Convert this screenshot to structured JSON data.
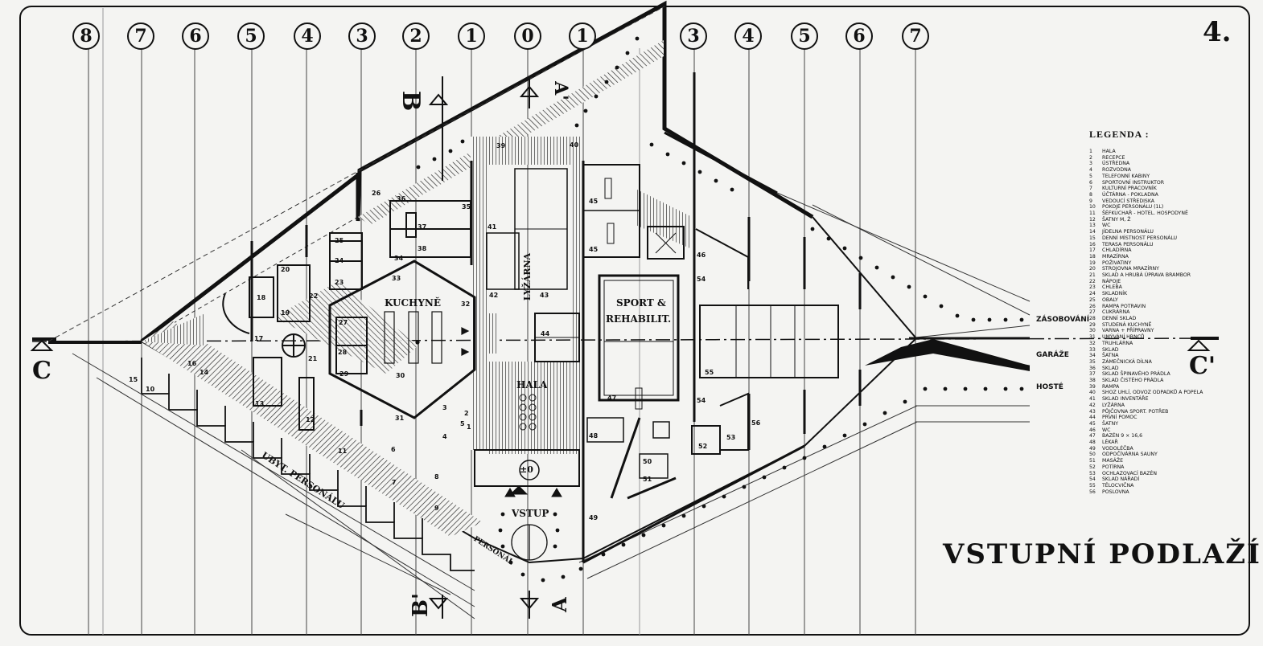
{
  "sheet_number": "4.",
  "floor_title": "VSTUPNÍ PODLAŽÍ",
  "axes": [
    "8",
    "7",
    "6",
    "5",
    "4",
    "3",
    "2",
    "1",
    "0",
    "1",
    "3",
    "4",
    "5",
    "6",
    "7"
  ],
  "cuts": {
    "c_left": "C",
    "c_right": "C'",
    "b_top": "B",
    "a_top": "A'",
    "b_bottom": "B'",
    "a_bottom": "A"
  },
  "rooms": {
    "kuchyne": "KUCHYNĚ",
    "sport": "SPORT &",
    "rehab": "REHABILIT.",
    "hala": "HALA",
    "vstup": "VSTUP",
    "lyzarna": "LYŽÁRNA",
    "ubyt": "UBYT. PERSONÁLU",
    "personal": "PERSONÁL",
    "level": "±0"
  },
  "routes": {
    "zasobovani": "ZÁSOBOVÁNÍ",
    "garaze": "GARÁŽE",
    "hoste": "HOSTÉ"
  },
  "legend": {
    "title": "LEGENDA :",
    "items": [
      {
        "n": "1",
        "t": "HALA"
      },
      {
        "n": "2",
        "t": "RECEPCE"
      },
      {
        "n": "3",
        "t": "ÚSTŘEDNA"
      },
      {
        "n": "4",
        "t": "ROZVODNA"
      },
      {
        "n": "5",
        "t": "TELEFONNÍ KABINY"
      },
      {
        "n": "6",
        "t": "SPORTOVNÍ INSTRUKTOR"
      },
      {
        "n": "7",
        "t": "KULTURNÍ PRACOVNÍK"
      },
      {
        "n": "8",
        "t": "ÚČTÁRNA - POKLADNA"
      },
      {
        "n": "9",
        "t": "VEDOUCÍ STŘEDISKA"
      },
      {
        "n": "10",
        "t": "POKOJE PERSONÁLU (1L)"
      },
      {
        "n": "11",
        "t": "ŠÉFKUCHAŘ - HOTEL. HOSPODYNĚ"
      },
      {
        "n": "12",
        "t": "ŠATNY M, Ž"
      },
      {
        "n": "13",
        "t": "WC"
      },
      {
        "n": "14",
        "t": "JÍDELNA PERSONÁLU"
      },
      {
        "n": "15",
        "t": "DENNÍ MÍSTNOST PERSONÁLU"
      },
      {
        "n": "16",
        "t": "TERASA PERSONÁLU"
      },
      {
        "n": "17",
        "t": "CHLADÍRNA"
      },
      {
        "n": "18",
        "t": "MRAZÍRNA"
      },
      {
        "n": "19",
        "t": "POŽIVATINY"
      },
      {
        "n": "20",
        "t": "STROJOVNA MRAZÍRNY"
      },
      {
        "n": "21",
        "t": "SKLAD A HRUBÁ ÚPRAVA BRAMBOR"
      },
      {
        "n": "22",
        "t": "NÁPOJE"
      },
      {
        "n": "23",
        "t": "CHLEBA"
      },
      {
        "n": "24",
        "t": "SKLADNÍK"
      },
      {
        "n": "25",
        "t": "OBALY"
      },
      {
        "n": "26",
        "t": "RAMPA POTRAVIN"
      },
      {
        "n": "27",
        "t": "CUKRÁRNA"
      },
      {
        "n": "28",
        "t": "DENNÍ SKLAD"
      },
      {
        "n": "29",
        "t": "STUDENÁ KUCHYNĚ"
      },
      {
        "n": "30",
        "t": "VARNA + PŘÍPRAVNY"
      },
      {
        "n": "31",
        "t": "UMÝVÁNÍ HRNCŮ"
      },
      {
        "n": "32",
        "t": "TRUHLÁRNA"
      },
      {
        "n": "33",
        "t": "SKLAD"
      },
      {
        "n": "34",
        "t": "ŠATNA"
      },
      {
        "n": "35",
        "t": "ZÁMEČNICKÁ DÍLNA"
      },
      {
        "n": "36",
        "t": "SKLAD"
      },
      {
        "n": "37",
        "t": "SKLAD ŠPINAVÉHO PRÁDLA"
      },
      {
        "n": "38",
        "t": "SKLAD ČISTÉHO PRÁDLA"
      },
      {
        "n": "39",
        "t": "RAMPA"
      },
      {
        "n": "40",
        "t": "SHOZ UHLÍ, ODVOZ ODPADKŮ A POPELA"
      },
      {
        "n": "41",
        "t": "SKLAD INVENTÁŘE"
      },
      {
        "n": "42",
        "t": "LYŽÁRNA"
      },
      {
        "n": "43",
        "t": "PŮJČOVNA SPORT. POTŘEB"
      },
      {
        "n": "44",
        "t": "PRVNÍ POMOC"
      },
      {
        "n": "45",
        "t": "ŠATNY"
      },
      {
        "n": "46",
        "t": "WC"
      },
      {
        "n": "47",
        "t": "BAZÉN 9 × 16,6"
      },
      {
        "n": "48",
        "t": "LÉKAŘ"
      },
      {
        "n": "49",
        "t": "VODOLÉČBA"
      },
      {
        "n": "50",
        "t": "ODPOČÍVÁRNA SAUNY"
      },
      {
        "n": "51",
        "t": "MASÁŽE"
      },
      {
        "n": "52",
        "t": "POTÍRNA"
      },
      {
        "n": "53",
        "t": "OCHLAZOVACÍ BAZÉN"
      },
      {
        "n": "54",
        "t": "SKLAD NÁŘADÍ"
      },
      {
        "n": "55",
        "t": "TĚLOCVIČNA"
      },
      {
        "n": "56",
        "t": "POSLOVNA"
      }
    ]
  },
  "room_numbers": [
    "1",
    "2",
    "3",
    "4",
    "5",
    "6",
    "7",
    "8",
    "9",
    "10",
    "11",
    "12",
    "13",
    "14",
    "15",
    "16",
    "17",
    "18",
    "19",
    "20",
    "21",
    "22",
    "23",
    "24",
    "25",
    "26",
    "27",
    "28",
    "29",
    "30",
    "31",
    "32",
    "33",
    "34",
    "35",
    "36",
    "37",
    "38",
    "39",
    "40",
    "41",
    "42",
    "43",
    "44",
    "45",
    "45",
    "46",
    "47",
    "48",
    "49",
    "50",
    "51",
    "52",
    "53",
    "54",
    "54",
    "55",
    "56"
  ]
}
